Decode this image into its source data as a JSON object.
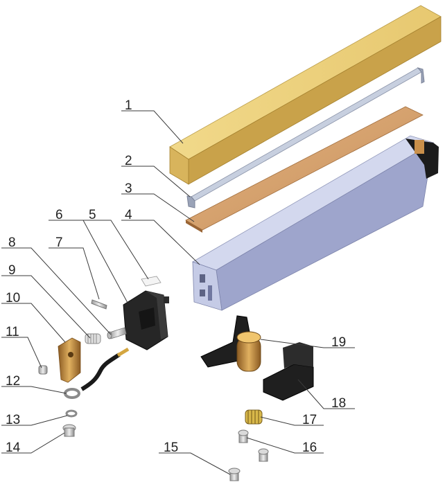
{
  "figure": {
    "type": "exploded-assembly",
    "callouts": [
      {
        "id": "1",
        "label": "1"
      },
      {
        "id": "2",
        "label": "2"
      },
      {
        "id": "3",
        "label": "3"
      },
      {
        "id": "4",
        "label": "4"
      },
      {
        "id": "5",
        "label": "5"
      },
      {
        "id": "6",
        "label": "6"
      },
      {
        "id": "7",
        "label": "7"
      },
      {
        "id": "8",
        "label": "8"
      },
      {
        "id": "9",
        "label": "9"
      },
      {
        "id": "10",
        "label": "10"
      },
      {
        "id": "11",
        "label": "11"
      },
      {
        "id": "12",
        "label": "12"
      },
      {
        "id": "13",
        "label": "13"
      },
      {
        "id": "14",
        "label": "14"
      },
      {
        "id": "15",
        "label": "15"
      },
      {
        "id": "16",
        "label": "16"
      },
      {
        "id": "17",
        "label": "17"
      },
      {
        "id": "18",
        "label": "18"
      },
      {
        "id": "19",
        "label": "19"
      }
    ],
    "colors": {
      "carbon_block": "#e3c36a",
      "spring_strip": "#b9c3d6",
      "copper_plate": "#d9a774",
      "housing": "#aeb6d8",
      "plastic_black": "#1f1f1f",
      "brass": "#c99a3c",
      "steel": "#c8c8c8"
    }
  }
}
